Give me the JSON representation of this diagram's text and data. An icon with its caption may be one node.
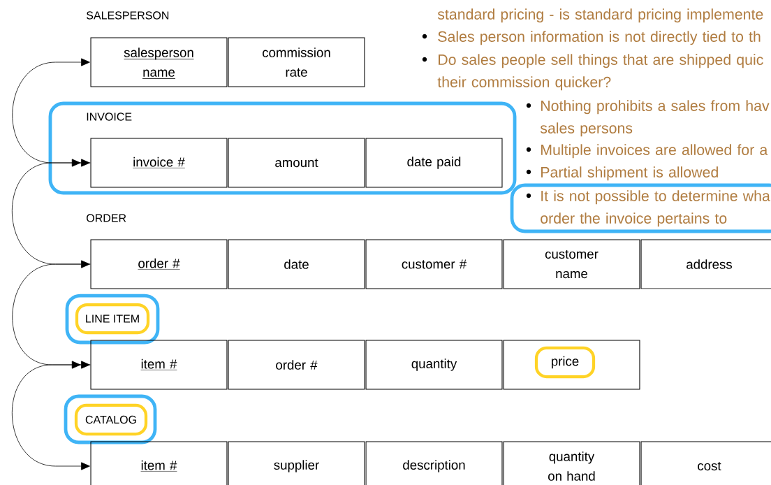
{
  "diagram": {
    "nodes": [
      {
        "text": [
          "salesperson name"
        ]
      },
      {
        "text": [
          "commission rate"
        ]
      },
      {
        "text": [
          "INVOICE"
        ]
      },
      {
        "text": [
          "invoice #"
        ],
        "in": 2
      },
      {
        "text": [
          "amount"
        ],
        "in": 2
      },
      {
        "text": [
          "date paid"
        ],
        "in": 2
      },
      {
        "text": [
          "order #"
        ]
      },
      {
        "text": [
          "date"
        ]
      },
      {
        "text": [
          "customer #"
        ]
      },
      {
        "text": [
          "customer name"
        ]
      },
      {
        "text": [
          "address"
        ]
      },
      {
        "text": [],
        "shape": "box"
      },
      {
        "text": [
          "LINE ITEM"
        ],
        "in": 11
      },
      {
        "text": [
          "item #"
        ]
      },
      {
        "text": [
          "order #"
        ]
      },
      {
        "text": [
          "quantity"
        ]
      },
      {
        "text": [],
        "shape": "box"
      },
      {
        "text": [
          "price"
        ],
        "in": 16
      },
      {
        "text": [],
        "shape": "box"
      },
      {
        "text": [
          "CATALOG"
        ],
        "in": 18
      },
      {
        "text": [
          "item #"
        ]
      },
      {
        "text": [
          "supplier"
        ]
      },
      {
        "text": [
          "description"
        ]
      },
      {
        "text": [
          "quantity on hand"
        ]
      },
      {
        "text": [
          "cost"
        ]
      },
      {
        "text": [
          "It is not possible to determine wha order the invoice pertains to"
        ]
      }
    ],
    "edges": [
      {
        "from": 0,
        "to": 3,
        "arrow": "both"
      },
      {
        "from": 3,
        "to": 6,
        "arrow": "to"
      },
      {
        "from": 6,
        "to": 13,
        "arrow": "to"
      },
      {
        "from": 13,
        "to": 20,
        "arrow": "to"
      }
    ],
    "labels": [
      "SALESPERSON",
      "ORDER",
      "standard pricing - is standard pricing implemente",
      "Sales person information is not directly tied to th",
      "Do sales people sell things that are shipped quic their commission quicker?",
      "Nothing prohibits a sales from hav sales persons",
      "Multiple invoices are allowed for a",
      "Partial shipment is allowed"
    ]
  }
}
